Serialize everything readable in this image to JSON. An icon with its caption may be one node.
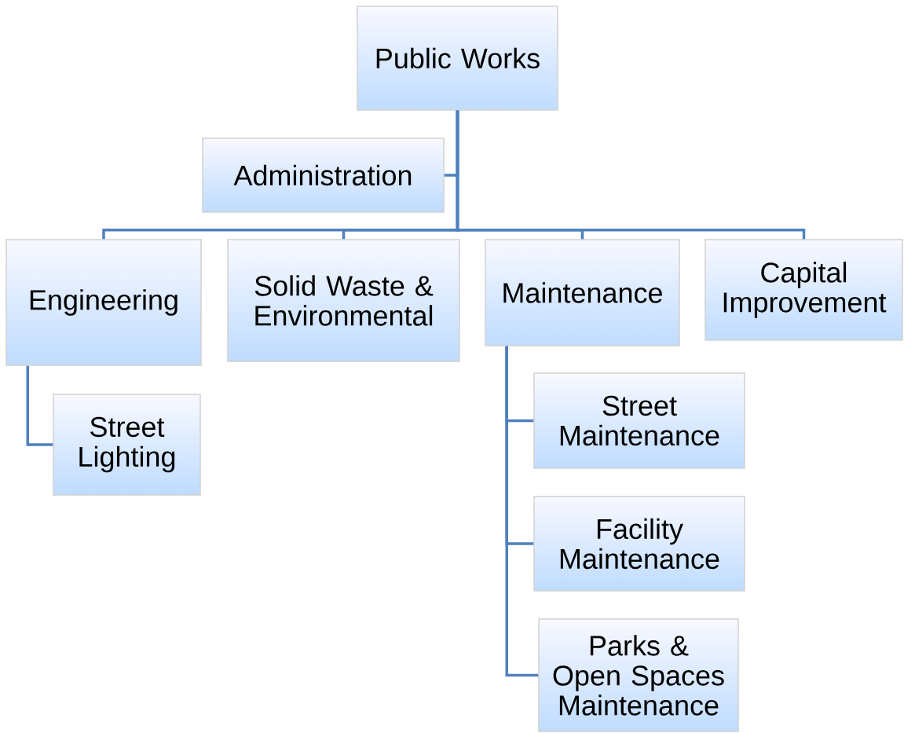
{
  "diagram": {
    "nodes": [
      {
        "text": [
          "Public Works"
        ]
      },
      {
        "text": [
          "Administration"
        ]
      },
      {
        "text": [
          "Engineering"
        ]
      },
      {
        "text": [
          "Solid Waste & Environmental"
        ]
      },
      {
        "text": [
          "Maintenance"
        ]
      },
      {
        "text": [
          "Capital Improvement"
        ]
      },
      {
        "text": [
          "Street Lighting"
        ]
      },
      {
        "text": [
          "Street Maintenance"
        ]
      },
      {
        "text": [
          "Facility Maintenance"
        ]
      },
      {
        "text": [
          "Parks & Open Spaces Maintenance"
        ]
      }
    ],
    "edges": [
      {
        "from": 0,
        "to": 1,
        "arrow": "none"
      },
      {
        "from": 0,
        "to": 2,
        "arrow": "none"
      },
      {
        "from": 0,
        "to": 3,
        "arrow": "none"
      },
      {
        "from": 0,
        "to": 4,
        "arrow": "none"
      },
      {
        "from": 0,
        "to": 5,
        "arrow": "none"
      },
      {
        "from": 2,
        "to": 6,
        "arrow": "none"
      },
      {
        "from": 4,
        "to": 7,
        "arrow": "none"
      },
      {
        "from": 4,
        "to": 8,
        "arrow": "none"
      },
      {
        "from": 4,
        "to": 9,
        "arrow": "none"
      }
    ]
  }
}
